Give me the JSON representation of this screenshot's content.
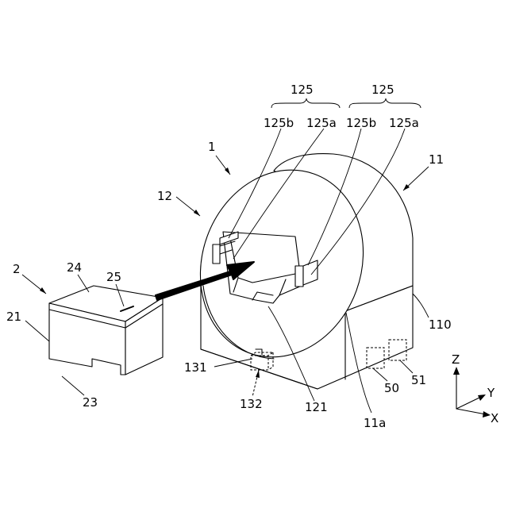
{
  "labels": {
    "device": "1",
    "cartridge": "2",
    "main_body": "11",
    "front_face": "11a",
    "ring_unit": "12",
    "body_side": "110",
    "cart_side": "21",
    "cart_bottom": "23",
    "cart_top": "24",
    "cart_slot": "25",
    "slot_bottom": "121",
    "group_left": "125",
    "group_right": "125",
    "holder_b_left": "125b",
    "holder_a_left": "125a",
    "holder_b_right": "125b",
    "holder_a_right": "125a",
    "sensor": "131",
    "sensor_hidden": "132",
    "box_50": "50",
    "box_51": "51",
    "axis_z": "Z",
    "axis_y": "Y",
    "axis_x": "X"
  },
  "colors": {
    "line": "#000000",
    "background": "#ffffff"
  }
}
